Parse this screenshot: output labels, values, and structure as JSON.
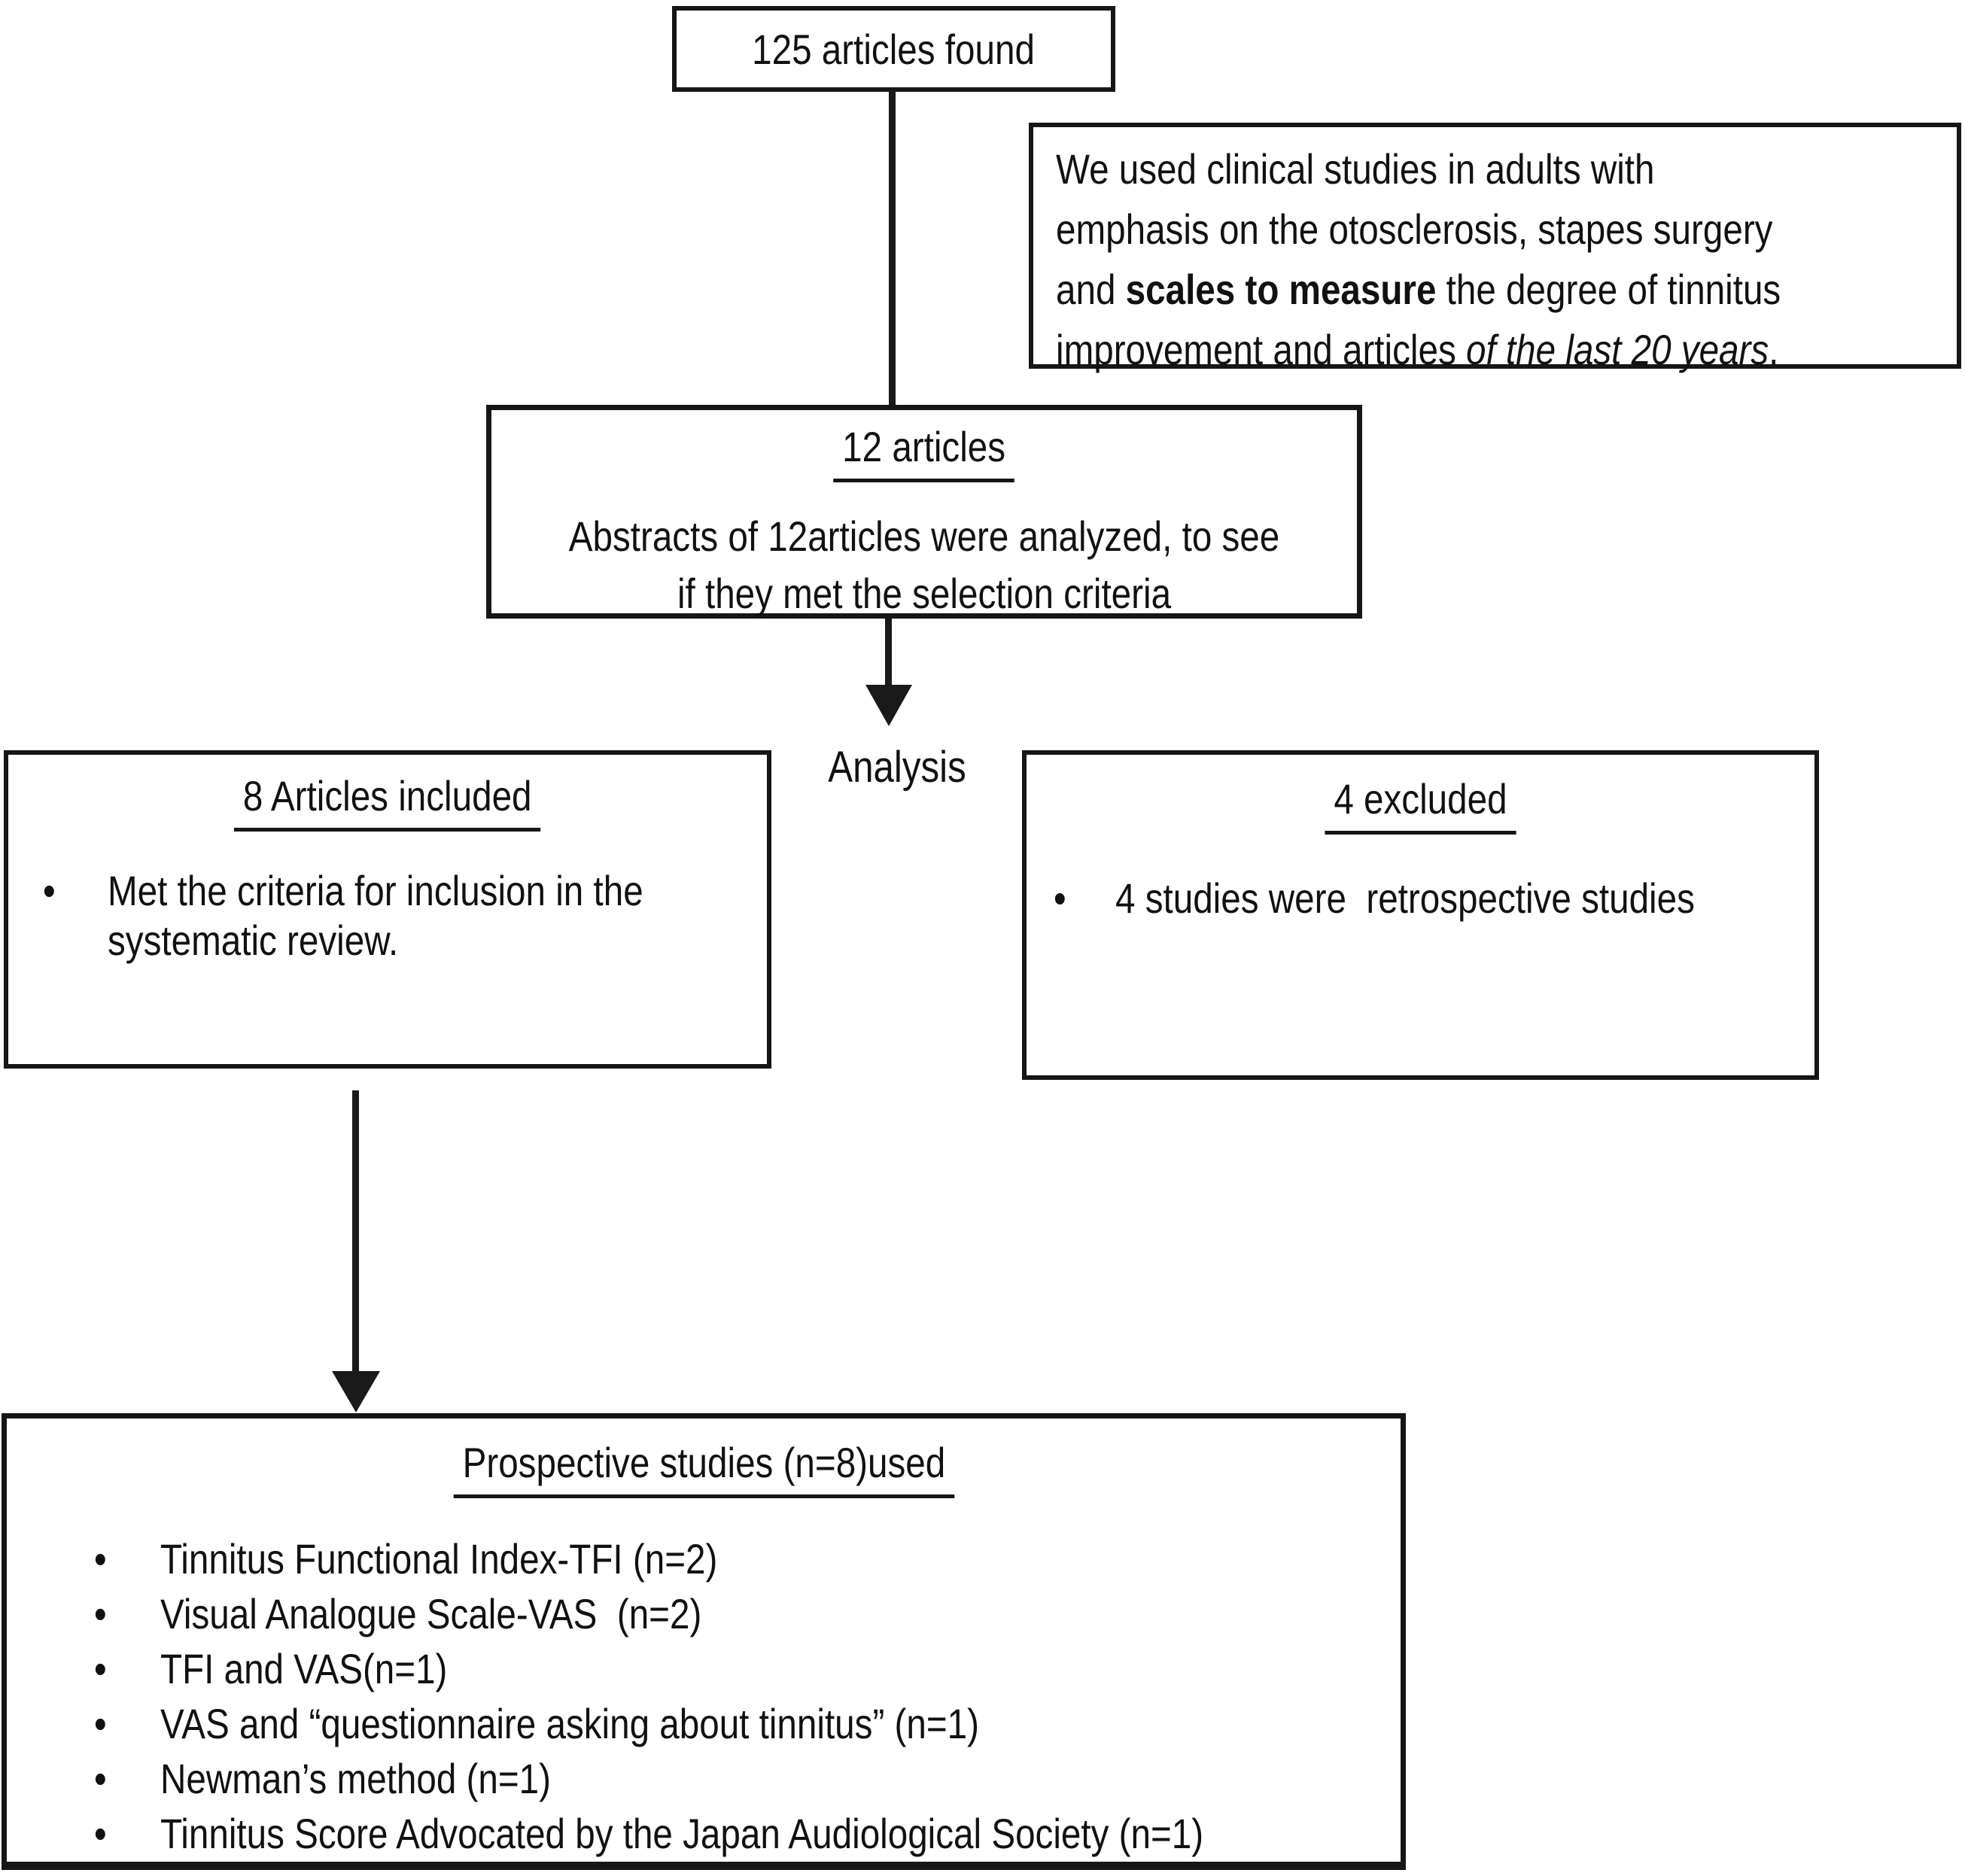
{
  "colors": {
    "ink": "#111111",
    "background": "#ffffff"
  },
  "flowchart": {
    "bullet_char": "•",
    "top_box": {
      "text": "125 articles found"
    },
    "note_box": {
      "lines": [
        [
          {
            "t": "We used clinical studies in adults with"
          }
        ],
        [
          {
            "t": "emphasis on the otosclerosis, stapes surgery"
          }
        ],
        [
          {
            "t": "and "
          },
          {
            "t": "scales to measure",
            "s": "b"
          },
          {
            "t": " the degree of tinnitus"
          }
        ],
        [
          {
            "t": "improvement and articles "
          },
          {
            "t": "of the last 20 years",
            "s": "i"
          },
          {
            "t": "."
          }
        ]
      ]
    },
    "abstract_box": {
      "title": "12 articles",
      "lines": [
        "Abstracts of 12articles were analyzed, to see",
        "if they met the selection criteria"
      ]
    },
    "analysis_label": "Analysis",
    "included_box": {
      "title": "8 Articles included",
      "bullets": [
        [
          "Met the criteria for inclusion in the",
          "systematic review."
        ]
      ]
    },
    "excluded_box": {
      "title": "4 excluded",
      "bullets": [
        [
          "4 studies were  retrospective studies"
        ]
      ]
    },
    "prospective_box": {
      "title": "Prospective studies (n=8)used",
      "bullets": [
        [
          "Tinnitus Functional Index-TFI (n=2)"
        ],
        [
          "Visual Analogue Scale-VAS  (n=2)"
        ],
        [
          "TFI and VAS(n=1)"
        ],
        [
          "VAS and “questionnaire asking about tinnitus” (n=1)"
        ],
        [
          "Newman’s method (n=1)"
        ],
        [
          "Tinnitus Score Advocated by the Japan Audiological Society (n=1)"
        ]
      ]
    }
  }
}
